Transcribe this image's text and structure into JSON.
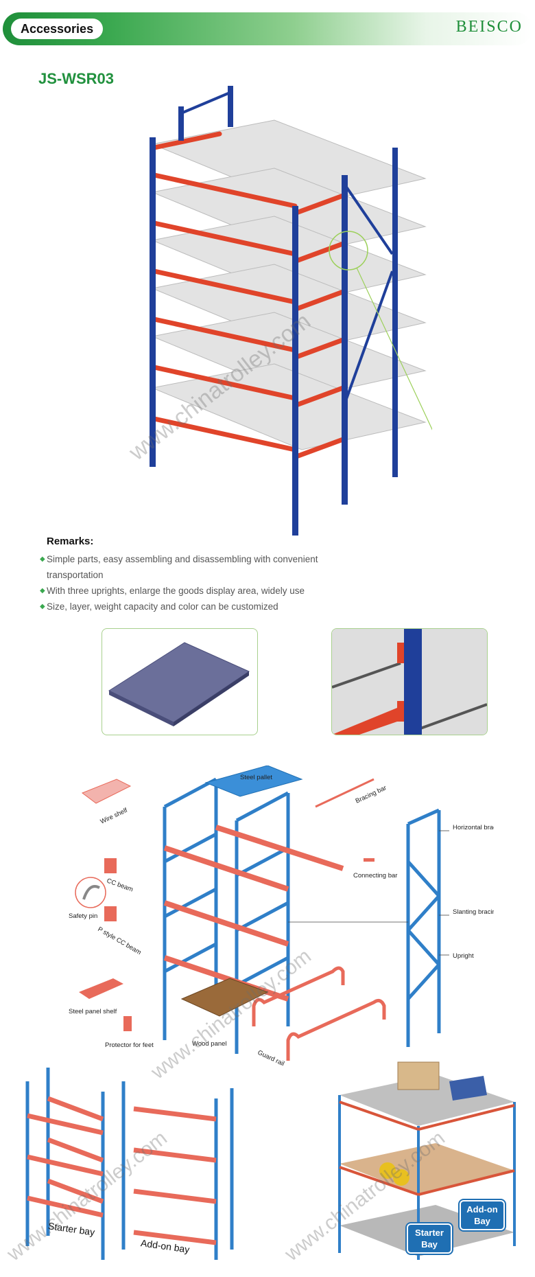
{
  "header": {
    "section": "Accessories",
    "brand": "BEISCO"
  },
  "product": {
    "model": "JS-WSR03"
  },
  "remarks": {
    "title": "Remarks:",
    "items": [
      "Simple parts, easy assembling and disassembling with convenient transportation",
      "With three uprights, enlarge the goods display area, widely use",
      "Size, layer, weight capacity and color can be customized"
    ]
  },
  "diagram": {
    "labels": {
      "steel_pallet": "Steel pallet",
      "bracing_bar": "Bracing bar",
      "wire_shelf": "Wire shelf",
      "cc_beam": "CC beam",
      "safety_pin": "Safety pin",
      "p_style_cc_beam": "P style CC beam",
      "connecting_bar": "Connecting bar",
      "steel_panel_shelf": "Steel panel shelf",
      "protector_for_feet": "Protector for feet",
      "wood_panel": "Wood panel",
      "guard_rail": "Guard rail",
      "horizontal_bracing": "Horizontal bracing",
      "slanting_bracing": "Slanting bracing",
      "upright": "Upright"
    }
  },
  "bays": {
    "starter": "Starter bay",
    "addon": "Add-on bay",
    "badge_starter": "Starter Bay",
    "badge_addon": "Add-on Bay"
  },
  "watermark": "www.chinatrolley.com",
  "colors": {
    "accent_green": "#21913e",
    "upright_blue": "#1f3f9a",
    "beam_red": "#e0442a",
    "rack_blue": "#2f7fc8",
    "beam_salmon": "#e86a5a"
  }
}
